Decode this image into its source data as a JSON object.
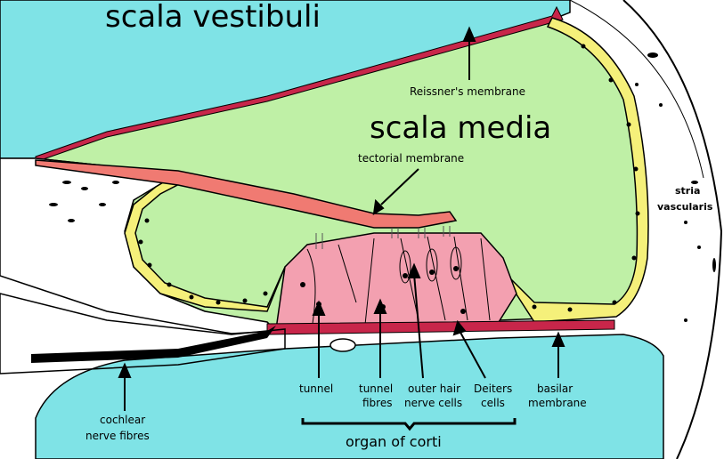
{
  "diagram": {
    "regions": {
      "scala_vestibuli": "scala vestibuli",
      "scala_media": "scala media"
    },
    "labels": {
      "reissners_membrane": "Reissner's membrane",
      "tectorial_membrane": "tectorial membrane",
      "stria_vascularis_1": "stria",
      "stria_vascularis_2": "vascularis",
      "tunnel": "tunnel",
      "tunnel_fibres_1": "tunnel",
      "tunnel_fibres_2": "fibres",
      "outer_hair_1": "outer hair",
      "outer_hair_2": "nerve cells",
      "deiters_1": "Deiters",
      "deiters_2": "cells",
      "basilar_1": "basilar",
      "basilar_2": "membrane",
      "cochlear_1": "cochlear",
      "cochlear_2": "nerve fibres",
      "organ_of_corti": "organ of corti"
    },
    "colors": {
      "scala_fluid": "#7fe3e6",
      "scala_media": "#bff0a6",
      "membrane": "#c8264a",
      "tectorial": "#f07a72",
      "organ": "#f3a0b0",
      "cells": "#f5f07a",
      "outline": "#000000"
    }
  }
}
